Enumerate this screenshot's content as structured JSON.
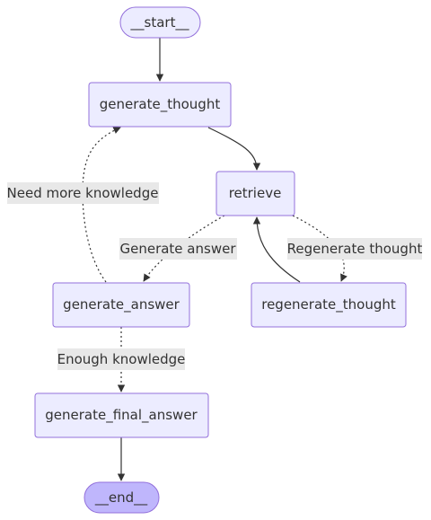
{
  "nodes": {
    "start": "__start__",
    "generate_thought": "generate_thought",
    "retrieve": "retrieve",
    "generate_answer": "generate_answer",
    "regenerate_thought": "regenerate_thought",
    "generate_final_answer": "generate_final_answer",
    "end": "__end__"
  },
  "edge_labels": {
    "need_more_knowledge": "Need more knowledge",
    "generate_answer": "Generate answer",
    "regenerate_thought": "Regenerate thought",
    "enough_knowledge": "Enough knowledge"
  },
  "colors": {
    "node_fill": "#ECECFF",
    "node_stroke": "#9370DB",
    "end_fill": "#BFB6FC",
    "label_bg": "#E8E8E8",
    "edge": "#333333"
  }
}
